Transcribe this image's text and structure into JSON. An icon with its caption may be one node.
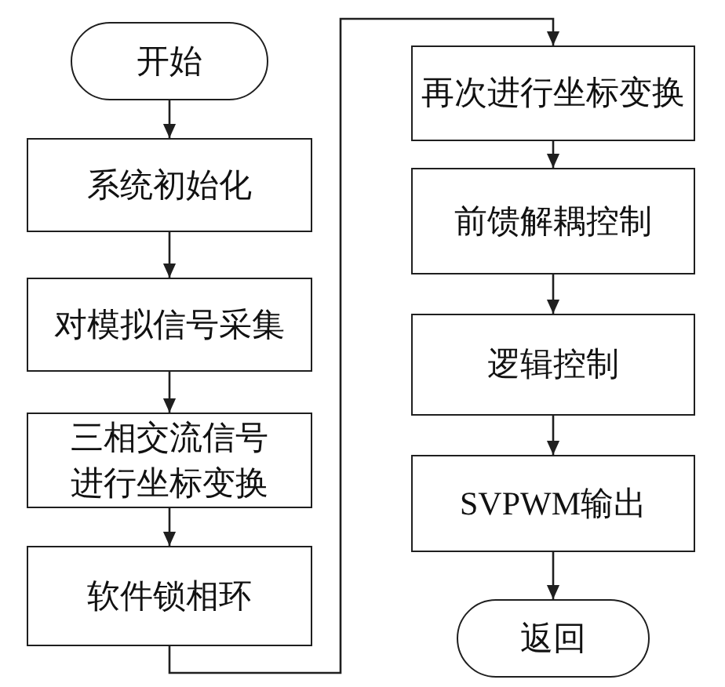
{
  "diagram": {
    "nodes": [
      {
        "text": [
          "开始"
        ]
      },
      {
        "text": [
          "系统初始化"
        ]
      },
      {
        "text": [
          "对模拟信号采集"
        ]
      },
      {
        "text": [
          "三相交流信号进行坐标变换"
        ]
      },
      {
        "text": [
          "软件锁相环"
        ]
      },
      {
        "text": [
          "再次进行坐标变换"
        ]
      },
      {
        "text": [
          "前馈解耦控制"
        ]
      },
      {
        "text": [
          "逻辑控制"
        ]
      },
      {
        "text": [
          "SVPWM输出"
        ]
      },
      {
        "text": [
          "返回"
        ]
      }
    ],
    "edges": [
      {
        "from": 0,
        "to": 1,
        "arrow": "to"
      },
      {
        "from": 1,
        "to": 2,
        "arrow": "to"
      },
      {
        "from": 2,
        "to": 3,
        "arrow": "to"
      },
      {
        "from": 3,
        "to": 4,
        "arrow": "to"
      },
      {
        "from": 4,
        "to": 5,
        "arrow": "to"
      },
      {
        "from": 5,
        "to": 6,
        "arrow": "to"
      },
      {
        "from": 6,
        "to": 7,
        "arrow": "to"
      },
      {
        "from": 7,
        "to": 8,
        "arrow": "to"
      },
      {
        "from": 8,
        "to": 9,
        "arrow": "to"
      }
    ]
  }
}
